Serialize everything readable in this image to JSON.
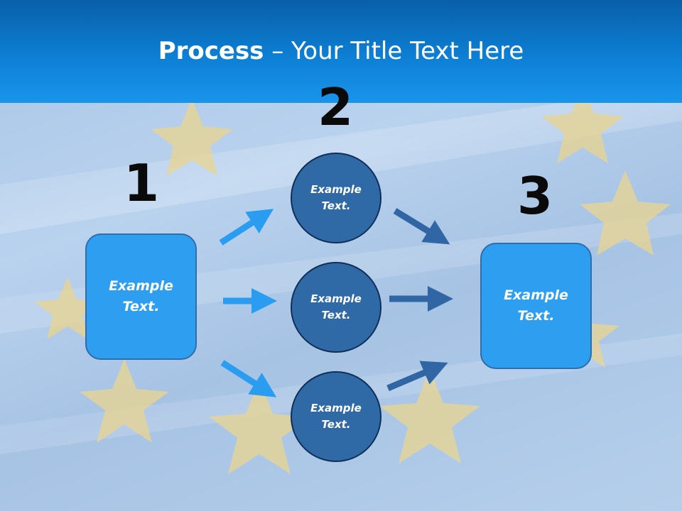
{
  "title": {
    "bold": "Process",
    "rest": " – Your Title Text Here"
  },
  "steps": [
    "1",
    "2",
    "3"
  ],
  "left_box": {
    "text": "Example\nText."
  },
  "right_box": {
    "text": "Example\nText."
  },
  "circles": [
    {
      "text": "Example\nText."
    },
    {
      "text": "Example\nText."
    },
    {
      "text": "Example\nText."
    }
  ],
  "colors": {
    "header": "#0d7fd4",
    "box_fill": "#2e9ef0",
    "circle_fill": "#2f6aa6",
    "arrow_light": "#2a9df0",
    "arrow_dark": "#2f66a3",
    "star": "#e9d48f"
  }
}
